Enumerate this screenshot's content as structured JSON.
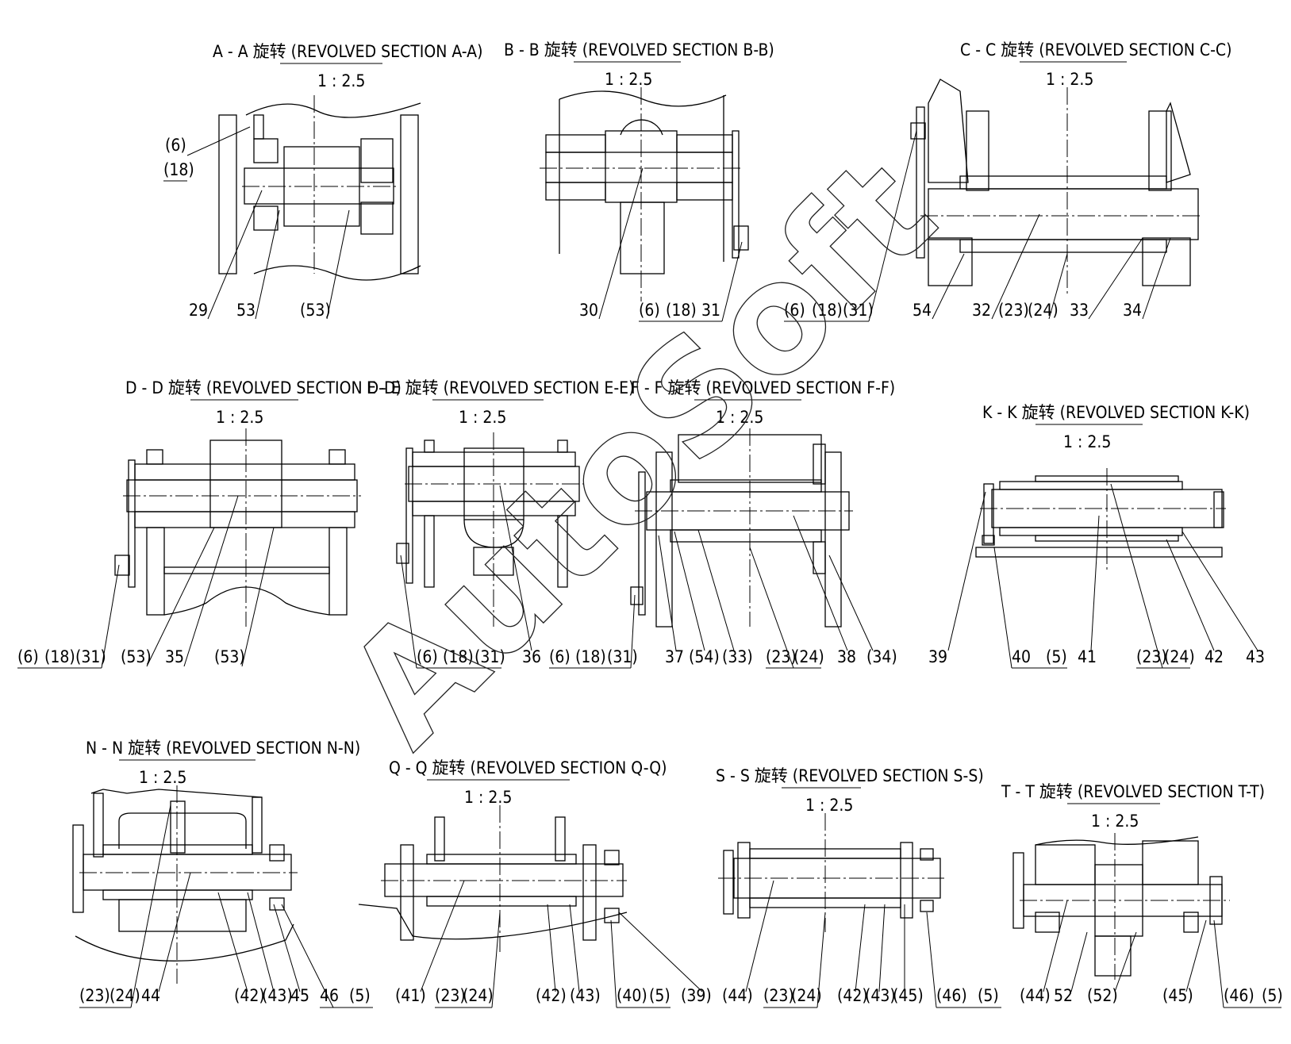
{
  "sections": [
    {
      "id": "A",
      "title": "A - A 旋转 (REVOLVED SECTION A-A)",
      "scale": "1 : 2.5",
      "callouts": [
        "(6)",
        "(18)",
        "29",
        "53",
        "(53)"
      ]
    },
    {
      "id": "B",
      "title": "B - B 旋转 (REVOLVED SECTION B-B)",
      "scale": "1 : 2.5",
      "callouts": [
        "30",
        "(6)",
        "(18)",
        "31"
      ]
    },
    {
      "id": "C",
      "title": "C - C 旋转 (REVOLVED SECTION C-C)",
      "scale": "1 : 2.5",
      "callouts": [
        "(6)",
        "(18)",
        "(31)",
        "54",
        "32",
        "(23)",
        "(24)",
        "33",
        "34"
      ]
    },
    {
      "id": "D",
      "title": "D - D 旋转 (REVOLVED SECTION D-D)",
      "scale": "1 : 2.5",
      "callouts": [
        "(6)",
        "(18)",
        "(31)",
        "(53)",
        "35",
        "(53)"
      ]
    },
    {
      "id": "E",
      "title": "E - E 旋转 (REVOLVED SECTION E-E)",
      "scale": "1 : 2.5",
      "callouts": [
        "(6)",
        "(18)",
        "(31)",
        "36"
      ]
    },
    {
      "id": "F",
      "title": "F - F 旋转 (REVOLVED SECTION F-F)",
      "scale": "1 : 2.5",
      "callouts": [
        "(6)",
        "(18)",
        "(31)",
        "37",
        "(54)",
        "(33)",
        "(23)",
        "(24)",
        "38",
        "(34)"
      ]
    },
    {
      "id": "K",
      "title": "K - K 旋转 (REVOLVED SECTION K-K)",
      "scale": "1 : 2.5",
      "callouts": [
        "39",
        "40",
        "(5)",
        "41",
        "(23)",
        "(24)",
        "42",
        "43"
      ]
    },
    {
      "id": "N",
      "title": "N - N 旋转 (REVOLVED SECTION N-N)",
      "scale": "1 : 2.5",
      "callouts": [
        "(23)",
        "(24)",
        "44",
        "(42)",
        "(43)",
        "45",
        "46",
        "(5)"
      ]
    },
    {
      "id": "Q",
      "title": "Q - Q 旋转 (REVOLVED SECTION Q-Q)",
      "scale": "1 : 2.5",
      "callouts": [
        "(41)",
        "(23)",
        "(24)",
        "(42)",
        "(43)",
        "(40)",
        "(5)",
        "(39)"
      ]
    },
    {
      "id": "S",
      "title": "S - S 旋转 (REVOLVED SECTION S-S)",
      "scale": "1 : 2.5",
      "callouts": [
        "(44)",
        "(23)",
        "(24)",
        "(42)",
        "(43)",
        "(45)",
        "(46)",
        "(5)"
      ]
    },
    {
      "id": "T",
      "title": "T - T 旋转 (REVOLVED SECTION T-T)",
      "scale": "1 : 2.5",
      "callouts": [
        "(44)",
        "52",
        "(52)",
        "(45)",
        "(46)",
        "(5)"
      ]
    }
  ],
  "watermark": "AutoSoft"
}
